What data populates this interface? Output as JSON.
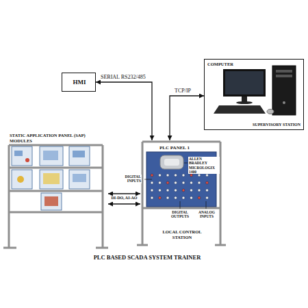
{
  "diagram": {
    "title": "PLC BASED SCADA SYSTEM TRAINER",
    "nodes": [
      {
        "text": [
          "HMI"
        ]
      },
      {
        "text": [
          "COMPUTER",
          "SUPERVISORY STATION"
        ]
      },
      {
        "text": [
          "STATIC APPLICATION PANEL (SAP) MODULES"
        ]
      },
      {
        "text": [
          "PLC PANEL 1",
          "LOCAL CONTROL STATION"
        ]
      }
    ],
    "edges": [
      {
        "from": 0,
        "to": 3,
        "label": "SERIAL RS232/485",
        "arrow": "both"
      },
      {
        "from": 1,
        "to": 3,
        "label": "TCP/IP",
        "arrow": "both"
      },
      {
        "from": 2,
        "to": 3,
        "label": "DI-DO, AI-AO",
        "arrow": "both"
      },
      {
        "from": 2,
        "to": 3,
        "arrow": "both"
      }
    ],
    "labels": [
      "DIGITAL INPUTS",
      "ALLEN BRADLEY MICROLOGIX 1400",
      "DIGITAL OUTPUTS",
      "ANALOG INPUTS"
    ]
  }
}
